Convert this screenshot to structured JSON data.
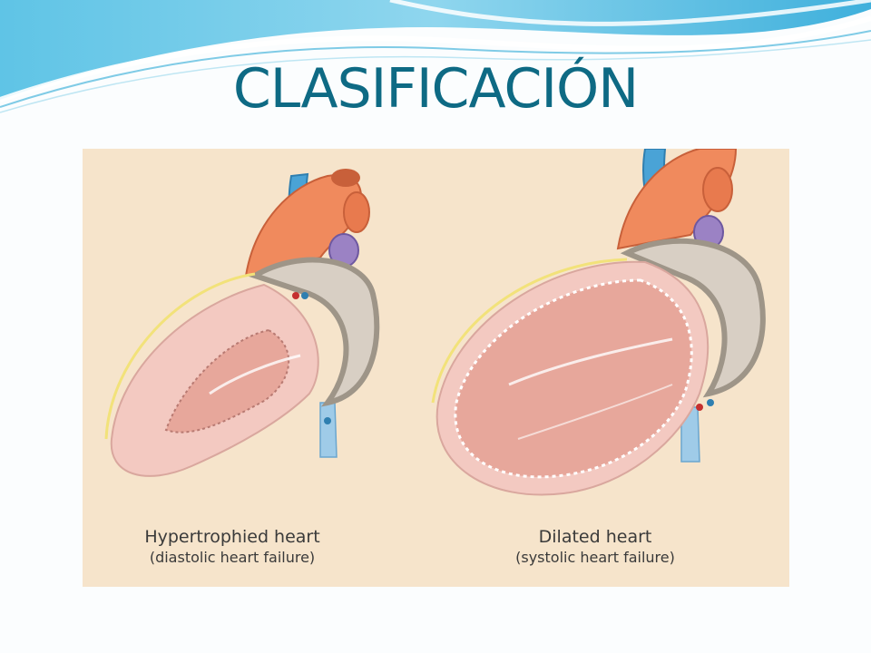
{
  "slide": {
    "title": "CLASIFICACIÓN"
  },
  "figure": {
    "left_heart": {
      "caption_line1": "Hypertrophied heart",
      "caption_line2": "(diastolic heart failure)"
    },
    "right_heart": {
      "caption_line1": "Dilated heart",
      "caption_line2": "(systolic heart failure)"
    }
  },
  "colors": {
    "title": "#0e6a84",
    "figure_background": "#f6e4cb",
    "aorta": "#e8835a",
    "vena_cava": "#4aa3d6",
    "pulmonary": "#9b82c4",
    "myocardium": "#f3c9c1",
    "right_ventricle": "#d8cfc4"
  }
}
